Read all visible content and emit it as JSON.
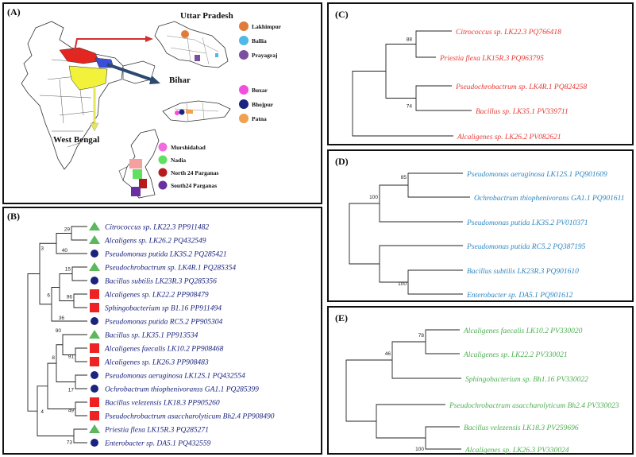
{
  "panels": {
    "a": {
      "label": "(A)",
      "states": {
        "up": {
          "name": "Uttar Pradesh",
          "districts": [
            {
              "name": "Lakhimpur",
              "color": "#e07b39"
            },
            {
              "name": "Ballia",
              "color": "#4fb8e8"
            },
            {
              "name": "Prayagraj",
              "color": "#7b4fa0"
            }
          ]
        },
        "bihar": {
          "name": "Bihar",
          "districts": [
            {
              "name": "Buxar",
              "color": "#f04fe0"
            },
            {
              "name": "Bhojpur",
              "color": "#1a237e"
            },
            {
              "name": "Patna",
              "color": "#f0a050"
            }
          ]
        },
        "wb": {
          "name": "West Bengal",
          "districts": [
            {
              "name": "Murshidabad",
              "color": "#f06ae0"
            },
            {
              "name": "Nadia",
              "color": "#5fe05f"
            },
            {
              "name": "North 24 Parganas",
              "color": "#b71c1c"
            },
            {
              "name": "South24 Parganas",
              "color": "#6a2fa0"
            }
          ]
        }
      }
    },
    "b": {
      "label": "(B)",
      "text_color": "#1a237e",
      "taxa": [
        {
          "name": "Citrococcus sp. LK22.3 PP911482",
          "marker": "triangle"
        },
        {
          "name": "Alcaligens sp. LK26.2 PQ432549",
          "marker": "triangle"
        },
        {
          "name": "Pseudomonas putida LK3S.2 PQ285421",
          "marker": "circle"
        },
        {
          "name": "Pseudochrobactrum sp. LK4R.1 PQ285354",
          "marker": "triangle"
        },
        {
          "name": "Bacillus subtilis LK23R.3 PQ285356",
          "marker": "circle"
        },
        {
          "name": "Alcaligenes sp. LK22.2 PP908479",
          "marker": "square"
        },
        {
          "name": "Sphingobacterium sp B1.16 PP911494",
          "marker": "square"
        },
        {
          "name": "Pseudomonas putida RC5.2 PP905304",
          "marker": "circle"
        },
        {
          "name": "Bacillus sp. LK35.1 PP913534",
          "marker": "triangle"
        },
        {
          "name": "Alcaligenes faecalis LK10.2 PP908468",
          "marker": "square"
        },
        {
          "name": "Alcaligenes sp. LK26.3 PP908483",
          "marker": "square"
        },
        {
          "name": "Pseudomonas aeruginosa LK12S.1 PQ432554",
          "marker": "circle"
        },
        {
          "name": "Ochrobactrum thiophenivoranss GA1.1 PQ285399",
          "marker": "circle"
        },
        {
          "name": "Bacillus velezensis LK18.3 PP905260",
          "marker": "square"
        },
        {
          "name": "Pseudochrobactrum asaccharolyticum Bh2.4 PP908490",
          "marker": "square"
        },
        {
          "name": "Priestia flexa LK15R.3 PQ285271",
          "marker": "triangle"
        },
        {
          "name": "Enterobacter sp. DA5.1 PQ432559",
          "marker": "circle"
        }
      ],
      "bootstrap": [
        "29",
        "40",
        "3",
        "15",
        "96",
        "6",
        "36",
        "90",
        "91",
        "8",
        "17",
        "49",
        "4",
        "73"
      ],
      "marker_colors": {
        "triangle": "#5cb85c",
        "circle": "#1a237e",
        "square": "#ee2222"
      }
    },
    "c": {
      "label": "(C)",
      "text_color": "#e53935",
      "taxa": [
        "Citrococcus sp. LK22.3 PQ766418",
        "Priestia flexa LK15R.3 PQ963795",
        "Pseudochrobactrum sp. LK4R.1 PQ824258",
        "Bacillus sp. LK35.1 PV339711",
        "Alcaligenes sp. LK26.2 PV082621"
      ],
      "bootstrap": [
        "88",
        "74"
      ]
    },
    "d": {
      "label": "(D)",
      "text_color": "#2e86c1",
      "taxa": [
        "Pseudomonas aeruginosa LK12S.1 PQ901609",
        "Ochrobactrum thiophenivorans GA1.1 PQ901611",
        "Pseudomonas putida LK3S.2 PV010371",
        "Pseudomonas putida RC5.2 PQ387195",
        "Bacillus subtilis LK23R.3 PQ901610",
        "Enterobacter sp. DA5.1 PQ901612"
      ],
      "bootstrap": [
        "85",
        "100",
        "100"
      ]
    },
    "e": {
      "label": "(E)",
      "text_color": "#4caf50",
      "taxa": [
        "Alcaligenes faecalis LK10.2 PV330020",
        "Alcaligenes sp. LK22.2 PV330021",
        "Sphingobacterium sp. Bh1.16 PV330022",
        "Pseudochrobactrum asaccharolyticum Bh2.4 PV330023",
        "Bacillus velezensis LK18.3 PV259696",
        "Alcaligenes sp. LK26.3 PV330024"
      ],
      "bootstrap": [
        "78",
        "46",
        "100"
      ]
    }
  }
}
